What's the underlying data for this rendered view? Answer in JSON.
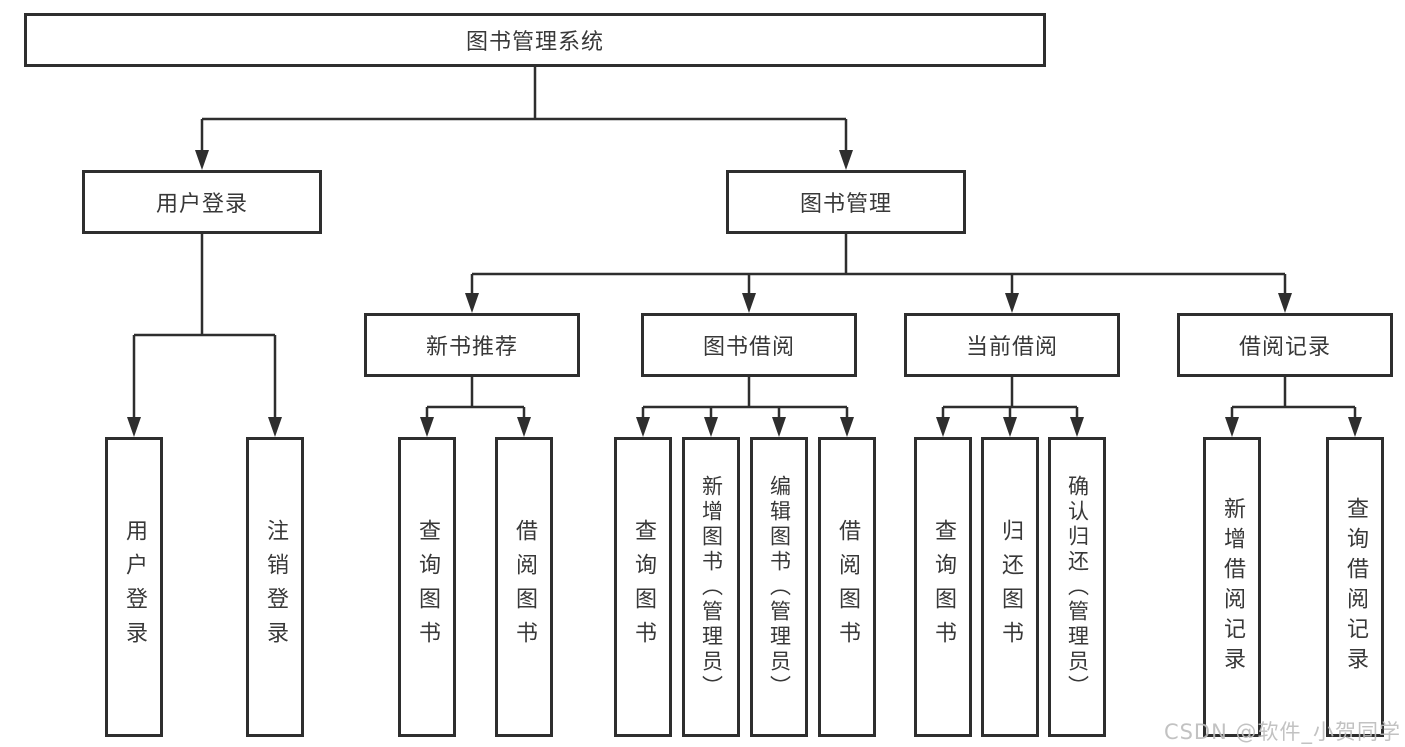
{
  "tree": {
    "label": "图书管理系统",
    "children": [
      {
        "label": "用户登录",
        "children": [
          {
            "label": "用户登录"
          },
          {
            "label": "注销登录"
          }
        ]
      },
      {
        "label": "图书管理",
        "children": [
          {
            "label": "新书推荐",
            "children": [
              {
                "label": "查询图书"
              },
              {
                "label": "借阅图书"
              }
            ]
          },
          {
            "label": "图书借阅",
            "children": [
              {
                "label": "查询图书"
              },
              {
                "label": "新增图书（管理员）"
              },
              {
                "label": "编辑图书（管理员）"
              },
              {
                "label": "借阅图书"
              }
            ]
          },
          {
            "label": "当前借阅",
            "children": [
              {
                "label": "查询图书"
              },
              {
                "label": "归还图书"
              },
              {
                "label": "确认归还（管理员）"
              }
            ]
          },
          {
            "label": "借阅记录",
            "children": [
              {
                "label": "新增借阅记录"
              },
              {
                "label": "查询借阅记录"
              }
            ]
          }
        ]
      }
    ]
  },
  "watermark": {
    "text": "CSDN @软件_小贺同学"
  },
  "colors": {
    "line": "#2e2e2e",
    "box_border": "#2e2e2e",
    "box_fill": "#ffffff",
    "text": "#383838",
    "watermark": "#bdbdbd",
    "background": "#ffffff"
  }
}
